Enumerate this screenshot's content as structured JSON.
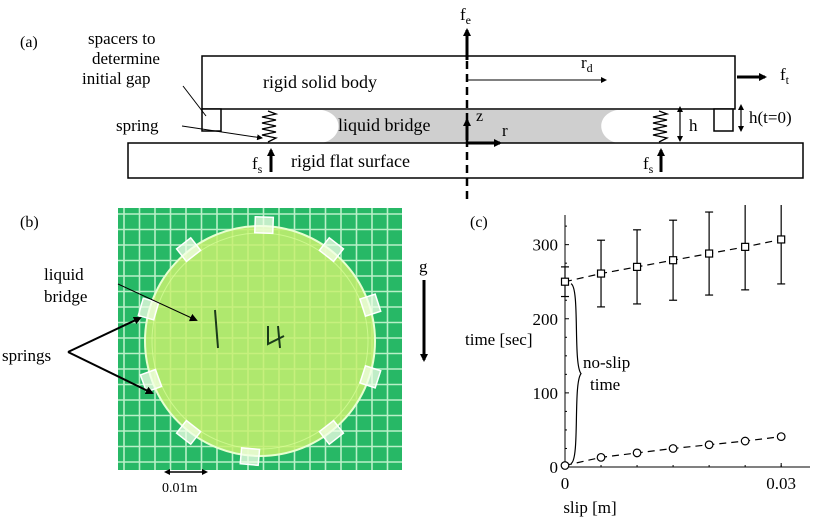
{
  "panel_a": {
    "label": "(a)",
    "spacers_label_1": "spacers to",
    "spacers_label_2": "determine",
    "spacers_label_3": "initial gap",
    "body_label": "rigid solid body",
    "bridge_label": "liquid bridge",
    "surface_label": "rigid flat surface",
    "spring_label": "spring",
    "fe_main": "f",
    "fe_sub": "e",
    "ft_main": "f",
    "ft_sub": "t",
    "rd_main": "r",
    "rd_sub": "d",
    "fs_main": "f",
    "fs_sub": "s",
    "z_label": "z",
    "r_label": "r",
    "h_label": "h",
    "h0_label": "h(t=0)"
  },
  "panel_b": {
    "label": "(b)",
    "bridge_label_1": "liquid",
    "bridge_label_2": "bridge",
    "springs_label": "springs",
    "g_label": "g",
    "scale_label": "0.01m",
    "colors": {
      "grid_background": "#27b866",
      "grid_lines": "#b9f0c8",
      "disk": "#c8f070"
    }
  },
  "panel_c": {
    "label": "(c)",
    "annotation_1": "no-slip",
    "annotation_2": "time",
    "chart_data": {
      "type": "scatter",
      "xlabel": "slip [m]",
      "ylabel": "time [sec]",
      "xlim": [
        0,
        0.034
      ],
      "ylim": [
        0,
        340
      ],
      "x_ticks": [
        0,
        0.03
      ],
      "x_tick_labels": [
        "0",
        "0.03"
      ],
      "y_ticks": [
        0,
        100,
        200,
        300
      ],
      "y_tick_labels": [
        "0",
        "100",
        "200",
        "300"
      ],
      "grid": false,
      "series": [
        {
          "marker": "square",
          "line": "dashed",
          "x": [
            0,
            0.005,
            0.01,
            0.015,
            0.02,
            0.025,
            0.03
          ],
          "y": [
            250,
            261,
            270,
            279,
            288,
            297,
            307
          ],
          "err": [
            20,
            45,
            50,
            54,
            56,
            58,
            60
          ]
        },
        {
          "marker": "circle",
          "line": "dashed",
          "x": [
            0,
            0.005,
            0.01,
            0.015,
            0.02,
            0.025,
            0.03
          ],
          "y": [
            2,
            13,
            19,
            25,
            30,
            35,
            41
          ],
          "err": [
            0,
            0,
            0,
            0,
            0,
            0,
            0
          ]
        }
      ]
    }
  }
}
